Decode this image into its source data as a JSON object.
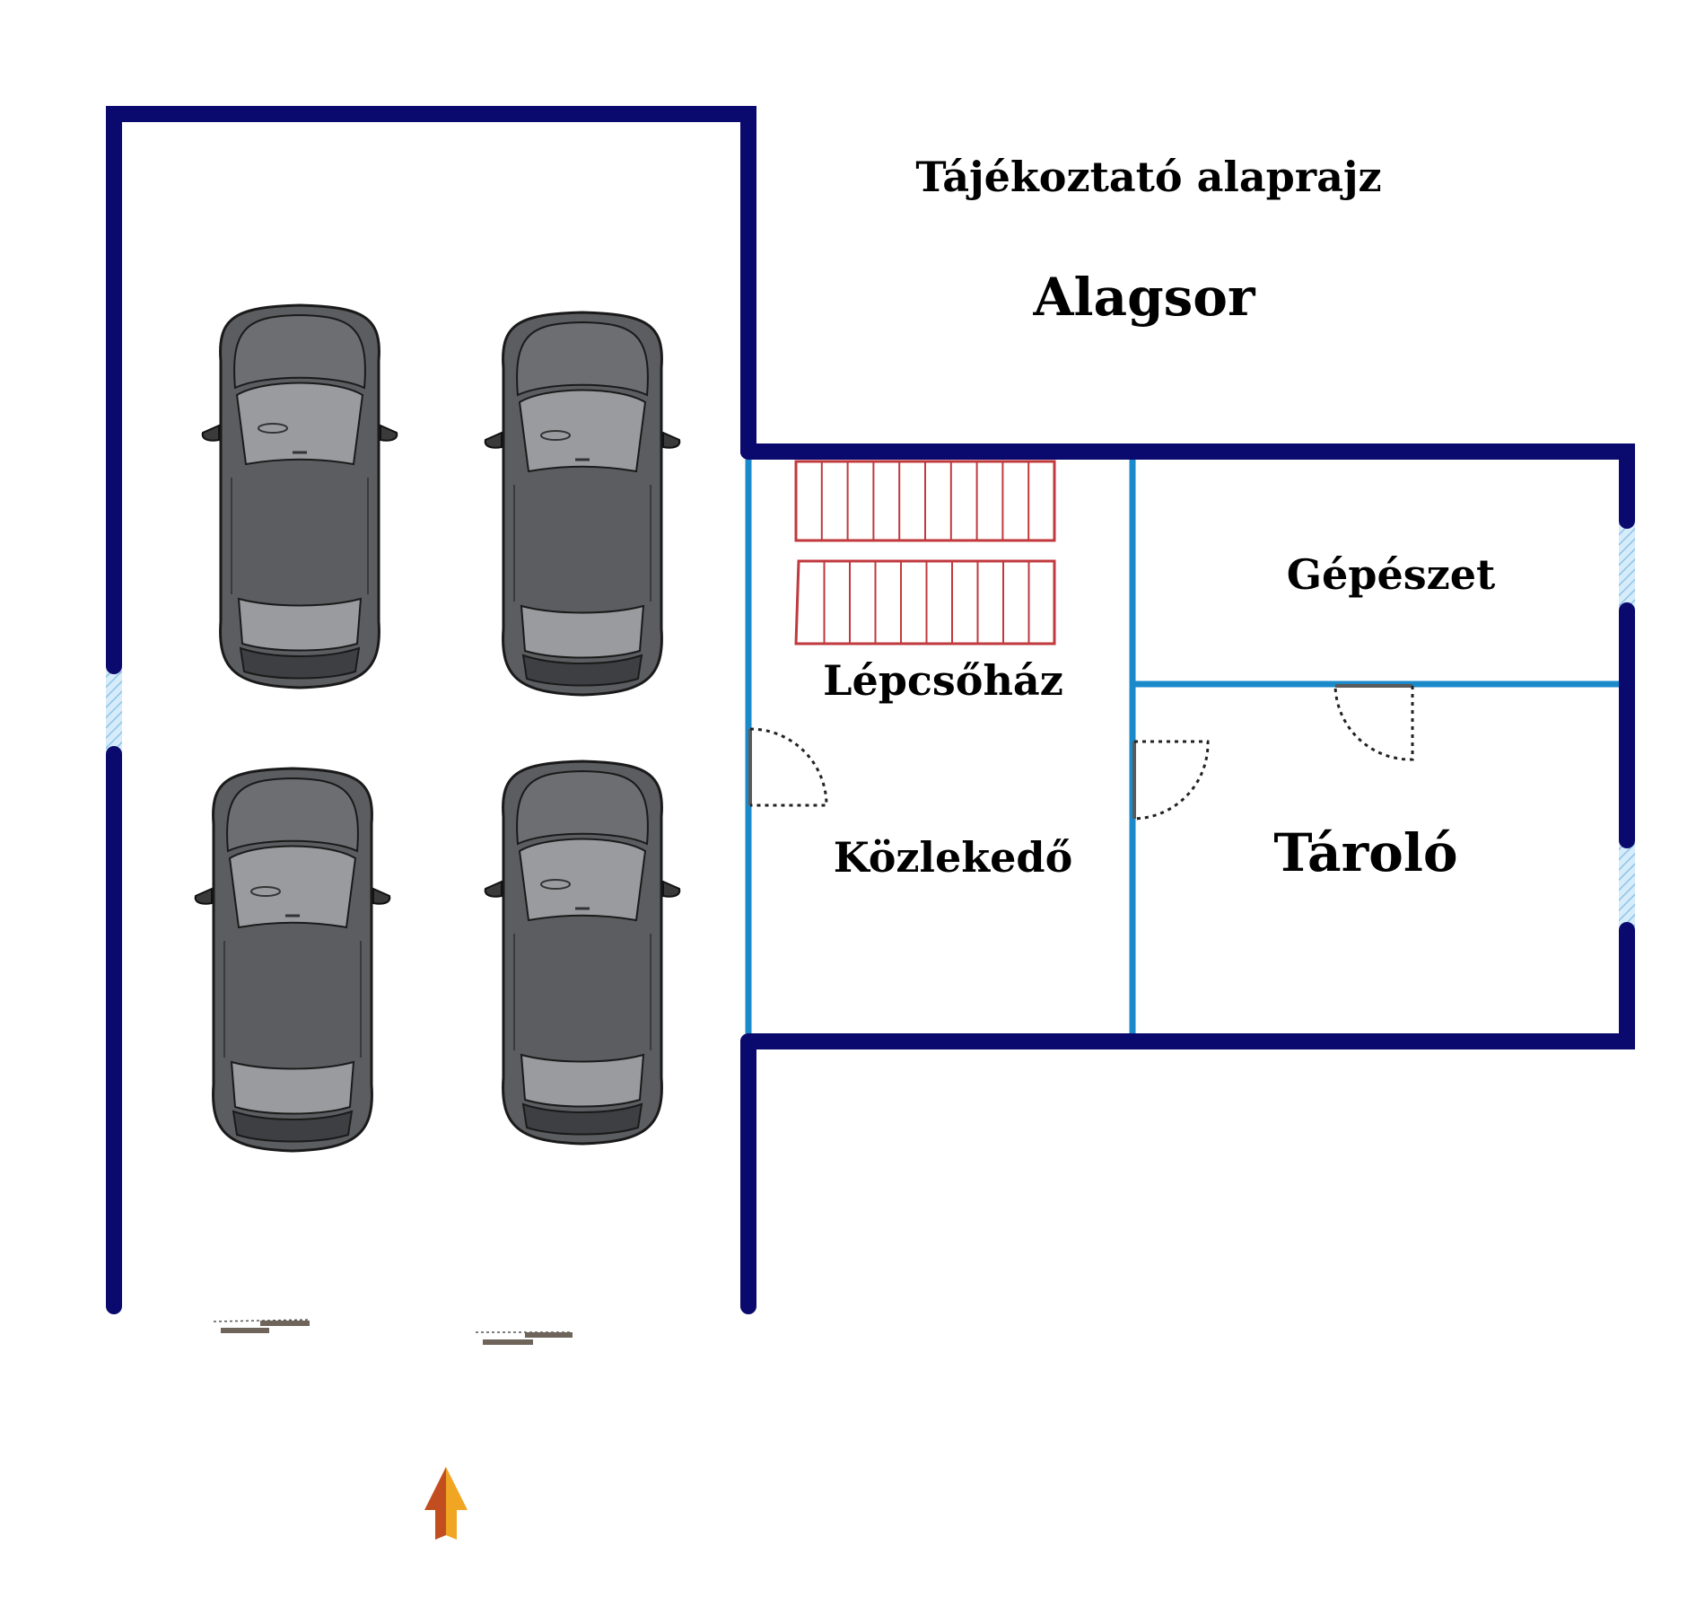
{
  "title": "Tájékoztató alaprajz",
  "floor": "Alagsor",
  "rooms": {
    "stairwell": "Lépcsőház",
    "corridor": "Közlekedő",
    "mechanical": "Gépészet",
    "storage": "Tároló"
  },
  "icons": {
    "cars": [
      "car-icon",
      "car-icon",
      "car-icon",
      "car-icon"
    ],
    "north_arrow": "north-arrow-icon",
    "stairs": "stairs-icon",
    "window": "window-icon",
    "door": "door-icon"
  },
  "colors": {
    "outer_wall": "#0a0a6e",
    "inner_wall": "#1b8acb",
    "stairs": "#c0393d",
    "window": "#a8d4f0",
    "car_body": "#5c5d60",
    "arrow_left": "#c24e1f",
    "arrow_right": "#f0a523"
  }
}
